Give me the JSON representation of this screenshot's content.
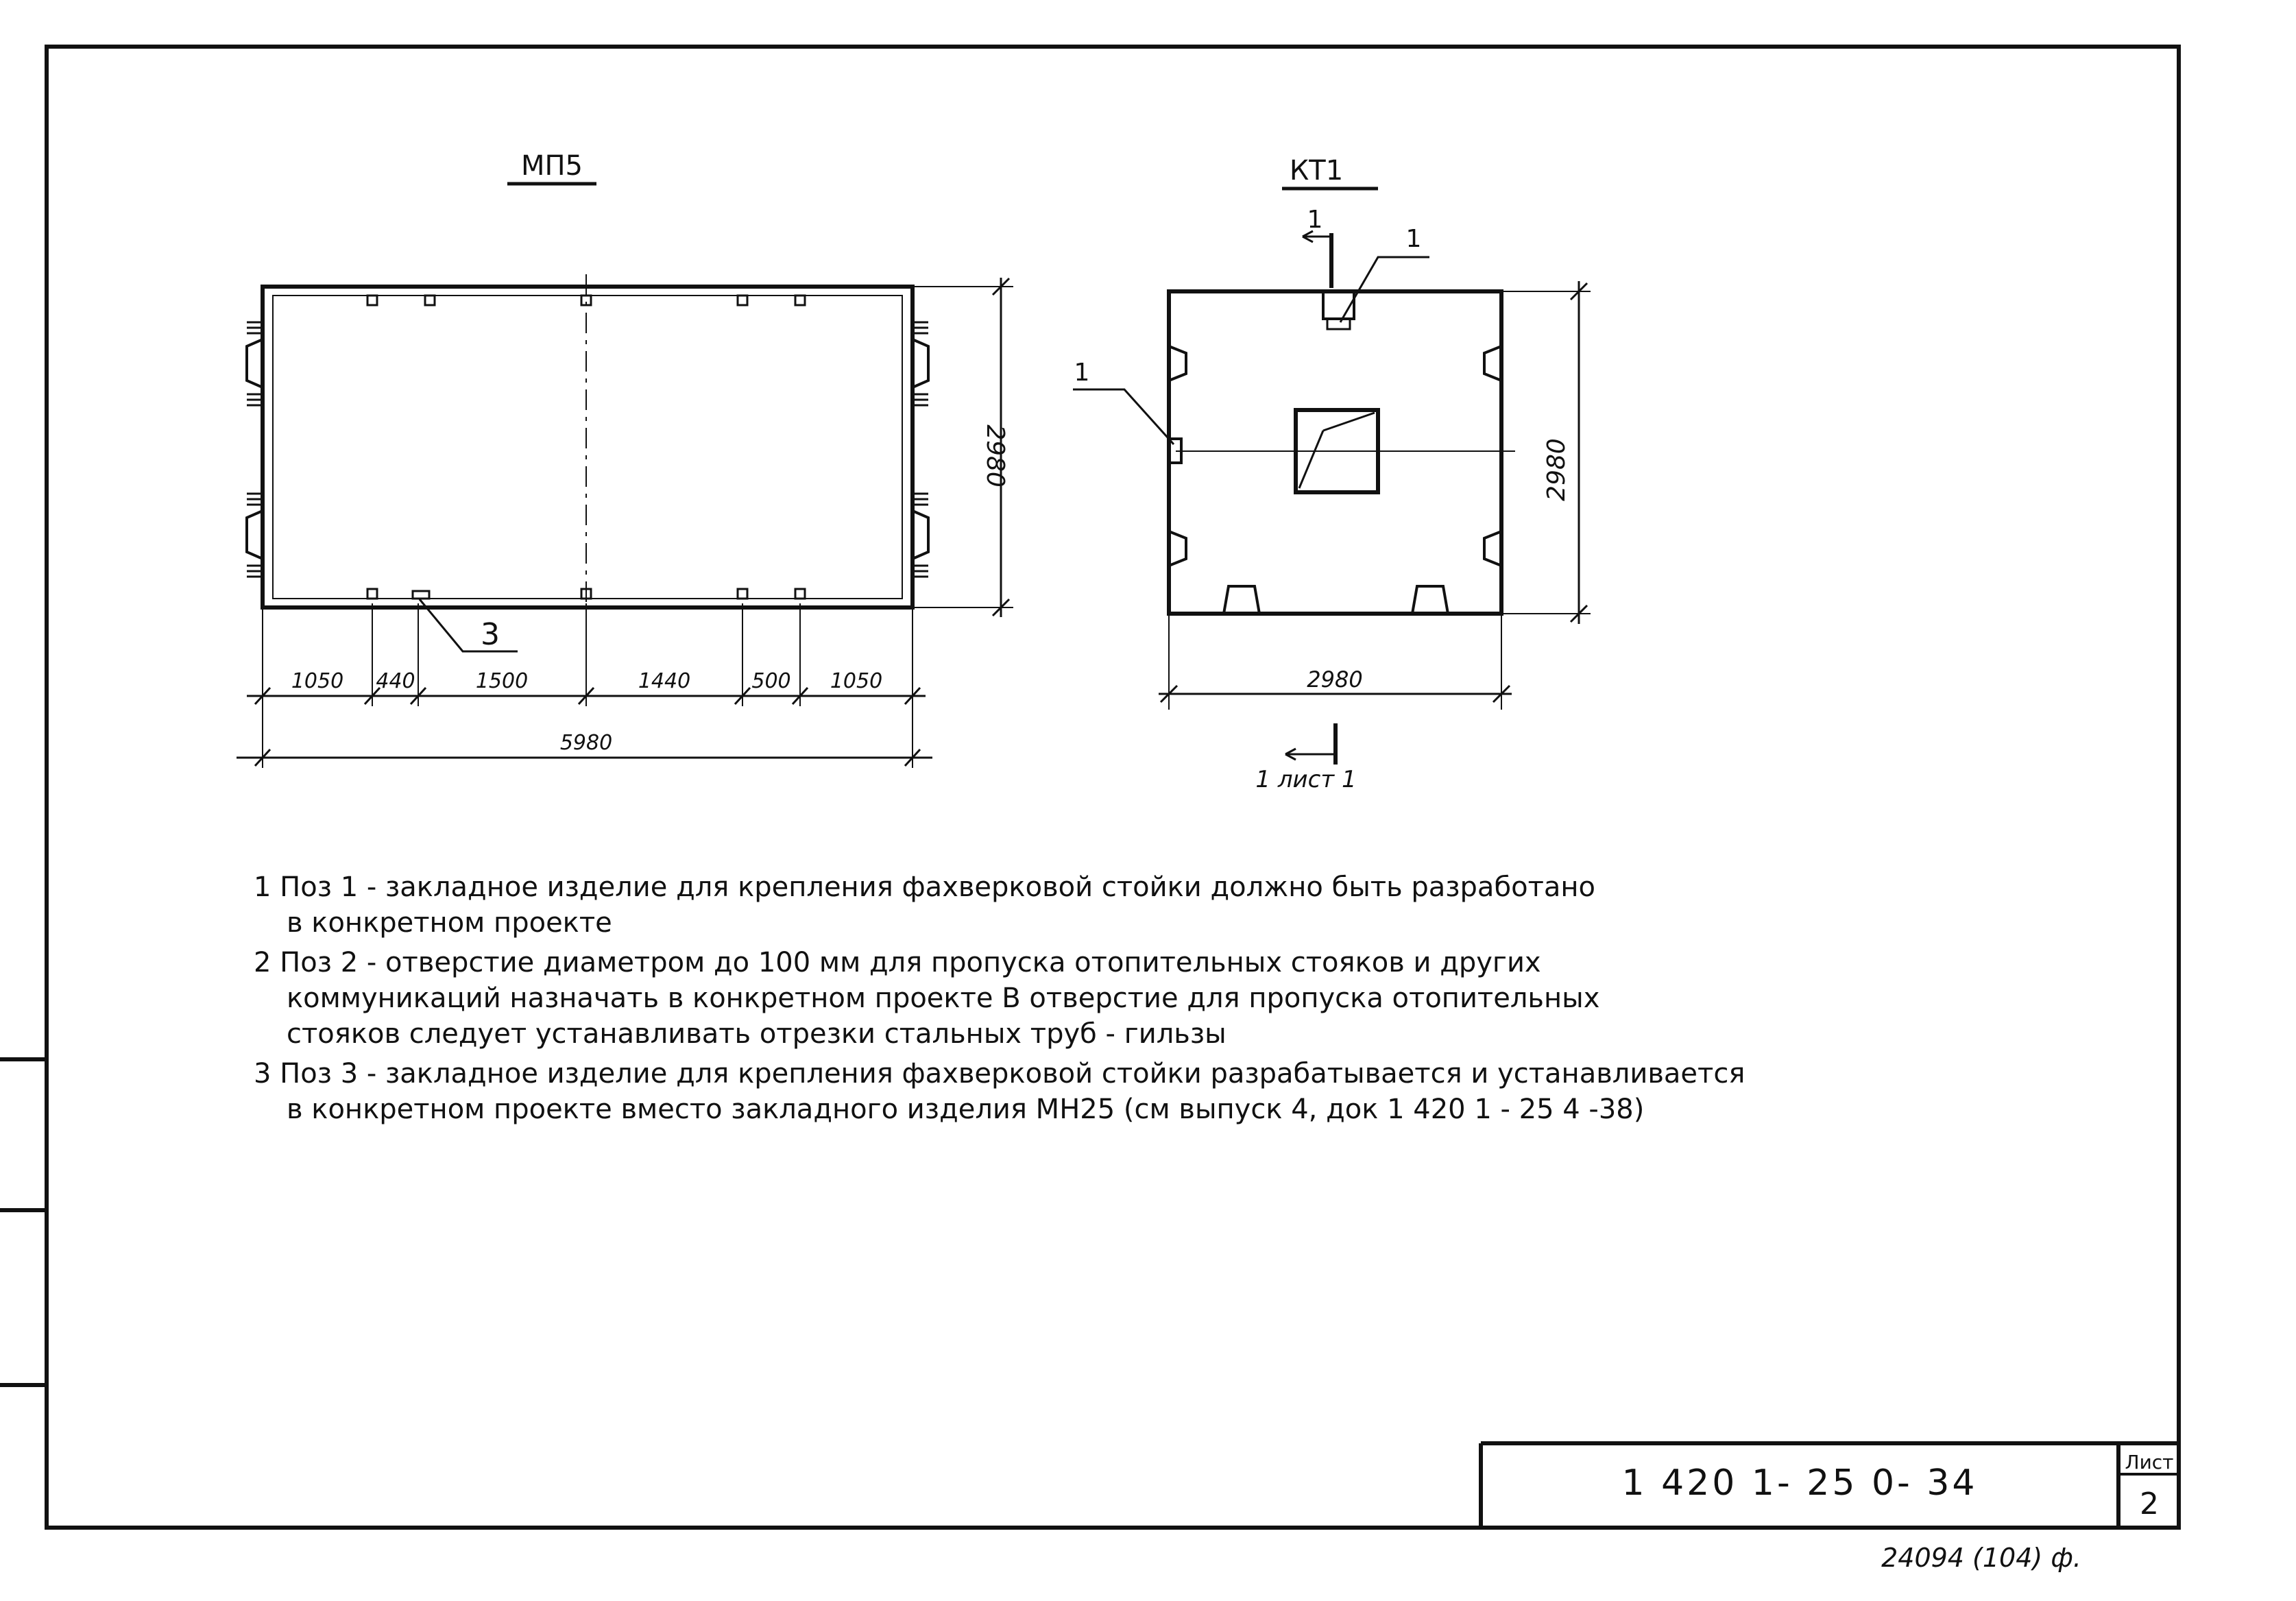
{
  "drawing_mp5": {
    "title": "МП5",
    "callout_3": "3",
    "height_dim": "2980",
    "segments": [
      "1050",
      "440",
      "1500",
      "1440",
      "500",
      "1050"
    ],
    "total_dim": "5980"
  },
  "drawing_kt1": {
    "title": "КТ1",
    "section_top": "1",
    "callout_top": "1",
    "callout_left": "1",
    "height_dim": "2980",
    "width_dim": "2980",
    "section_ref": "1 лист 1"
  },
  "notes": [
    {
      "num": "1",
      "lines": [
        "Поз 1 - закладное изделие для крепления фахверковой стойки должно быть разработано",
        "в конкретном проекте"
      ]
    },
    {
      "num": "2",
      "lines": [
        "Поз 2 - отверстие диаметром до 100 мм для пропуска отопительных стояков и других",
        "коммуникаций назначать в конкретном проекте В отверстие для пропуска отопительных",
        "стояков следует устанавливать отрезки стальных труб - гильзы"
      ]
    },
    {
      "num": "3",
      "lines": [
        "Поз 3 - закладное изделие для крепления фахверковой стойки разрабатывается и устанавливается",
        "в конкретном проекте вместо закладного изделия МН25 (см выпуск 4, док 1 420 1 - 25 4 -38)"
      ]
    }
  ],
  "title_block": {
    "code": "1 420 1- 25 0- 34",
    "sheet_label": "Лист",
    "sheet_number": "2"
  },
  "footer": {
    "archive_number": "24094 (104) ф."
  }
}
